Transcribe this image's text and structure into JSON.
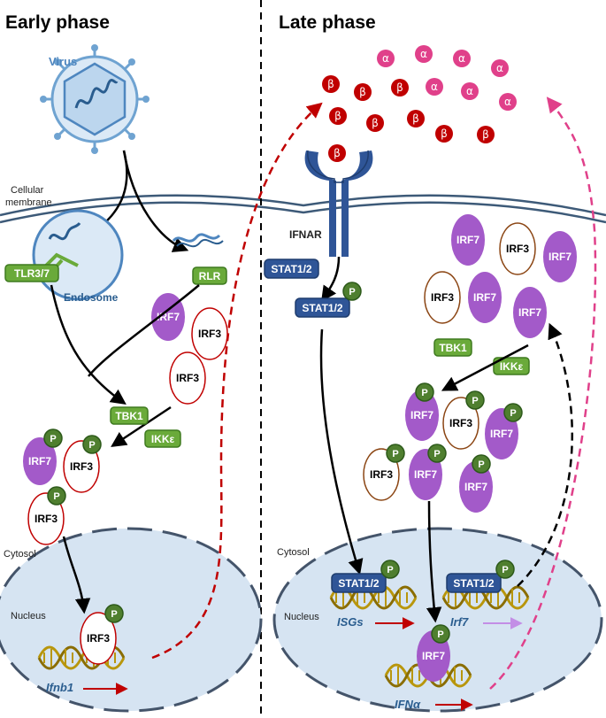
{
  "headers": {
    "early": "Early phase",
    "late": "Late phase"
  },
  "labels": {
    "virus": "Virus",
    "cellular_membrane_line1": "Cellular",
    "cellular_membrane_line2": "membrane",
    "endosome": "Endosome",
    "ifnar": "IFNAR",
    "cytosol": "Cytosol",
    "nucleus": "Nucleus"
  },
  "molecules": {
    "tlr": "TLR3/7",
    "rlr": "RLR",
    "tbk1": "TBK1",
    "ikke": "IKKε",
    "irf7": "IRF7",
    "irf3": "IRF3",
    "stat": "STAT1/2",
    "phospho": "P",
    "alpha": "α",
    "beta": "β"
  },
  "genes": {
    "ifnb1": "Ifnb1",
    "isgs": "ISGs",
    "irf7": "Irf7",
    "ifna": "IFNα"
  },
  "colors": {
    "irf7_fill": "#a35ac9",
    "irf3_stroke": "#c00000",
    "irf3_late_stroke": "#8b4513",
    "tbk_green": "#6aaa3a",
    "p_green": "#4f7f2f",
    "stat_blue": "#2f5597",
    "virus_blue": "#6fa3d1",
    "nucleus_fill": "#d6e4f2",
    "alpha_pink": "#e0408a",
    "beta_red": "#c00000",
    "dna_gold": "#b8960c",
    "dashed_red": "#c00000",
    "dashed_pink": "#e0408a",
    "arrow_purple": "#c38ee6"
  }
}
